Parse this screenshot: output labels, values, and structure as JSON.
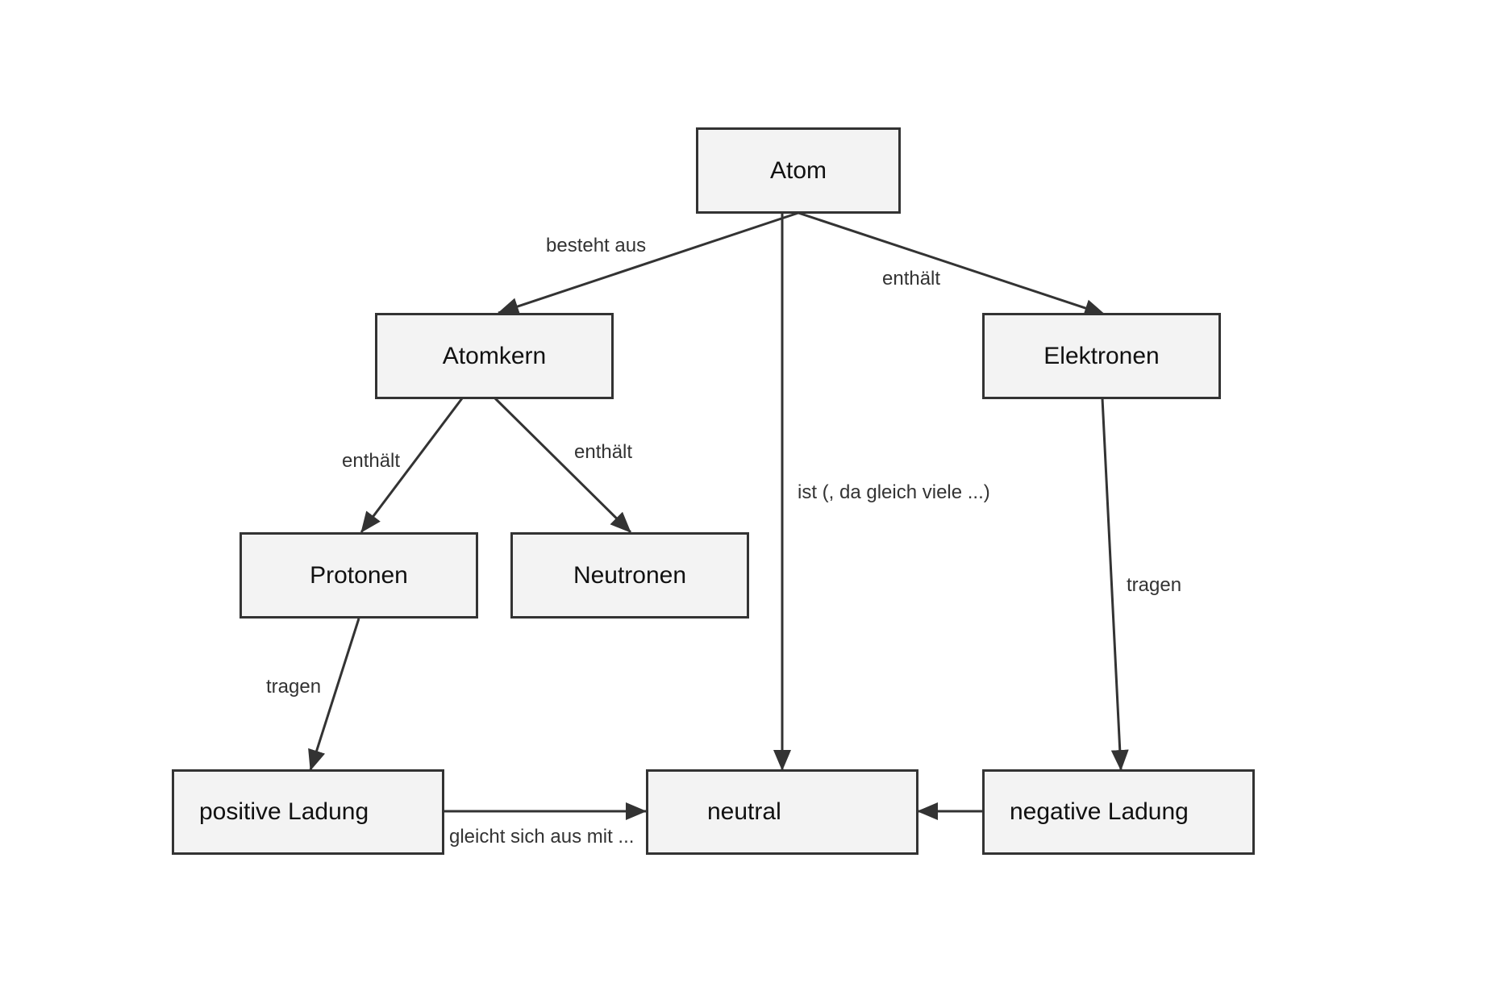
{
  "nodes": {
    "atom": "Atom",
    "atomkern": "Atomkern",
    "elektronen": "Elektronen",
    "protonen": "Protonen",
    "neutronen": "Neutronen",
    "positive_ladung": "positive Ladung",
    "neutral": "neutral",
    "negative_ladung": "negative Ladung"
  },
  "edge_labels": {
    "atom_atomkern": "besteht aus",
    "atom_elektronen": "enthält",
    "atom_neutral": "ist (, da gleich viele ...)",
    "atomkern_protonen": "enthält",
    "atomkern_neutronen": "enthält",
    "protonen_positive": "tragen",
    "elektronen_negative": "tragen",
    "positive_neutral": "gleicht sich aus mit ..."
  },
  "colors": {
    "node_fill": "#f3f3f3",
    "stroke": "#333333"
  }
}
